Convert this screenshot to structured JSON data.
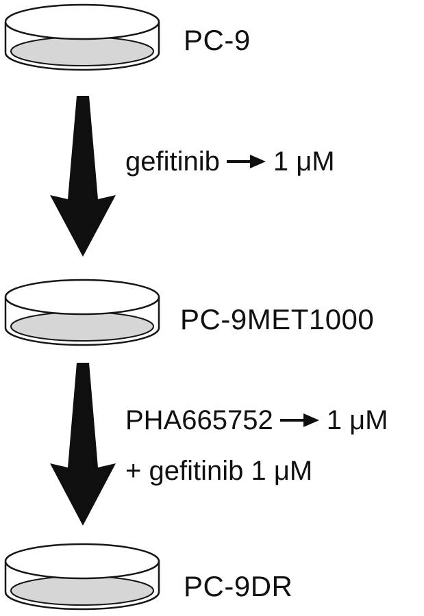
{
  "diagram": {
    "dishes": [
      {
        "label": "PC-9"
      },
      {
        "label": "PC-9MET1000"
      },
      {
        "label": "PC-9DR"
      }
    ],
    "transitions": [
      {
        "drug": "gefitinib",
        "dose": "1 μM"
      },
      {
        "drug": "PHA665752",
        "dose": "1 μM",
        "second_line": "+ gefitinib 1 μM"
      }
    ],
    "colors": {
      "medium": "#d6d6d6",
      "dish_fill": "#ffffff",
      "arrow": "#0f0f0f",
      "outline": "#161616"
    }
  }
}
